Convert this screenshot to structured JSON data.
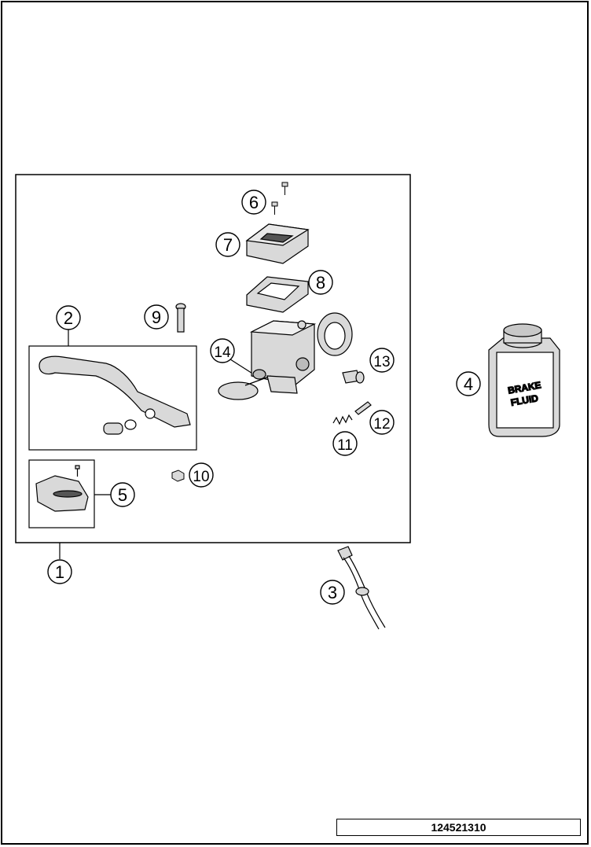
{
  "parts": [
    {
      "id": "part-1",
      "number": "1"
    },
    {
      "id": "part-2",
      "number": "2"
    },
    {
      "id": "part-3",
      "number": "3"
    },
    {
      "id": "part-4",
      "number": "4"
    },
    {
      "id": "part-5",
      "number": "5"
    },
    {
      "id": "part-6",
      "number": "6"
    },
    {
      "id": "part-7",
      "number": "7"
    },
    {
      "id": "part-8",
      "number": "8"
    },
    {
      "id": "part-9",
      "number": "9"
    },
    {
      "id": "part-10",
      "number": "10"
    },
    {
      "id": "part-11",
      "number": "11"
    },
    {
      "id": "part-12",
      "number": "12"
    },
    {
      "id": "part-13",
      "number": "13"
    },
    {
      "id": "part-14",
      "number": "14"
    }
  ],
  "bottle_label": {
    "line1": "BRAKE",
    "line2": "FLUID"
  },
  "reference_number": "124521310",
  "colors": {
    "line": "#000000",
    "part_fill": "#d9d9d9",
    "background": "#ffffff"
  }
}
